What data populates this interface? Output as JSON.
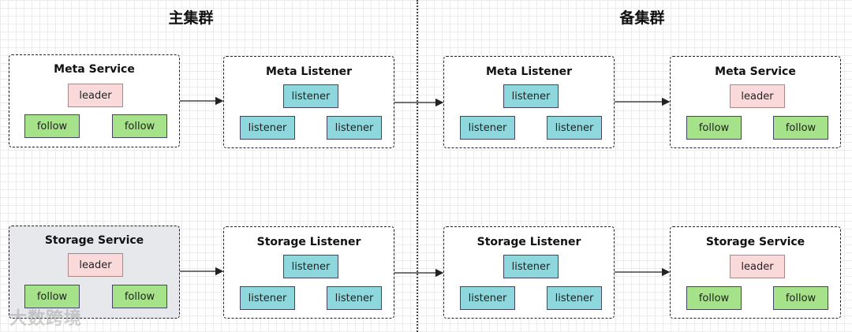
{
  "headers": {
    "primary": "主集群",
    "standby": "备集群"
  },
  "boxes": {
    "meta_service_primary": {
      "title": "Meta Service",
      "leader": "leader",
      "follow1": "follow",
      "follow2": "follow"
    },
    "meta_listener_primary": {
      "title": "Meta Listener",
      "top": "listener",
      "left": "listener",
      "right": "listener"
    },
    "meta_listener_standby": {
      "title": "Meta Listener",
      "top": "listener",
      "left": "listener",
      "right": "listener"
    },
    "meta_service_standby": {
      "title": "Meta Service",
      "leader": "leader",
      "follow1": "follow",
      "follow2": "follow"
    },
    "storage_service_primary": {
      "title": "Storage Service",
      "leader": "leader",
      "follow1": "follow",
      "follow2": "follow"
    },
    "storage_listener_primary": {
      "title": "Storage Listener",
      "top": "listener",
      "left": "listener",
      "right": "listener"
    },
    "storage_listener_standby": {
      "title": "Storage Listener",
      "top": "listener",
      "left": "listener",
      "right": "listener"
    },
    "storage_service_standby": {
      "title": "Storage Service",
      "leader": "leader",
      "follow1": "follow",
      "follow2": "follow"
    }
  },
  "watermark": "大数跨境"
}
